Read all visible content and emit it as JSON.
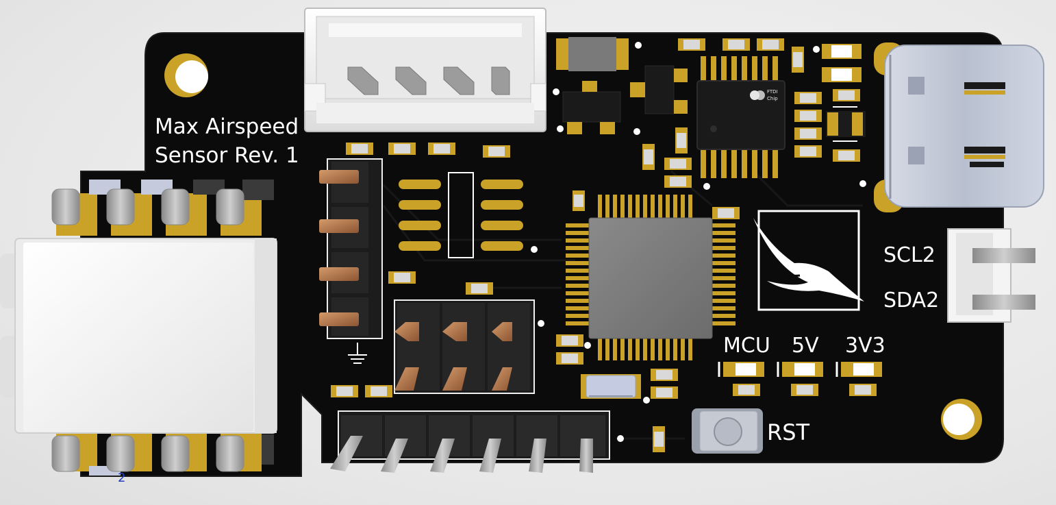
{
  "board": {
    "silkscreen_title_line1": "Max Airspeed",
    "silkscreen_title_line2": "Sensor Rev. 1",
    "chip_vendor_line1": "FTDI",
    "chip_vendor_line2": "Chip",
    "labels": {
      "scl2": "SCL2",
      "sda2": "SDA2",
      "mcu": "MCU",
      "v5": "5V",
      "v3v3": "3V3",
      "rst": "RST"
    },
    "marker_number": "2"
  },
  "colors": {
    "pcb": "#0b0b0b",
    "silkscreen": "#ffffff",
    "gold_pad": "#c9a227",
    "copper_pin": "#b0764a",
    "connector_white": "#f2f2f2",
    "chip_body": "#1a1a1a",
    "mcu_body": "#7c7c7c",
    "usb_metal": "#c6cbd8",
    "led_white": "#ffffff",
    "marker_blue": "#1f3fbf"
  },
  "icons": {
    "ground": "ground-symbol-icon",
    "logo": "bird-logo-icon"
  }
}
